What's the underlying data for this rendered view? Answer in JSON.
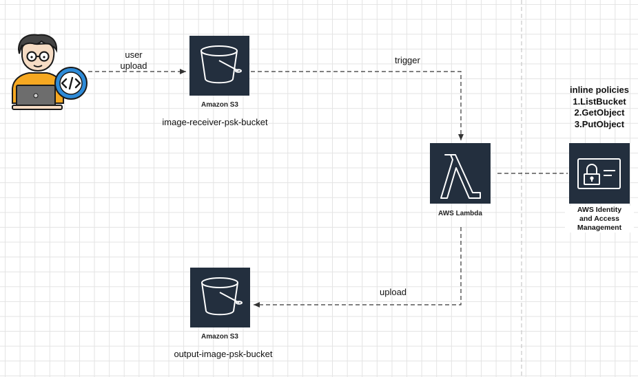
{
  "nodes": {
    "user": {
      "icon": "developer-icon"
    },
    "s3_input": {
      "service": "Amazon S3",
      "name": "image-receiver-psk-bucket",
      "icon": "s3-bucket-icon"
    },
    "lambda": {
      "service": "AWS Lambda",
      "icon": "lambda-icon"
    },
    "iam": {
      "service_line1": "AWS Identity",
      "service_line2": "and Access",
      "service_line3": "Management",
      "icon": "iam-id-card-icon"
    },
    "s3_output": {
      "service": "Amazon S3",
      "name": "output-image-psk-bucket",
      "icon": "s3-bucket-icon"
    }
  },
  "edges": {
    "user_upload_line1": "user",
    "user_upload_line2": "upload",
    "trigger": "trigger",
    "lambda_upload": "upload"
  },
  "policies": {
    "title": "inline policies",
    "items": [
      "1.ListBucket",
      "2.GetObject",
      "3.PutObject"
    ]
  },
  "colors": {
    "aws_tile": "#232f3e",
    "icon_stroke": "#ffffff",
    "shirt": "#f6a821",
    "badge": "#2e8bd8",
    "connector": "#333333"
  }
}
